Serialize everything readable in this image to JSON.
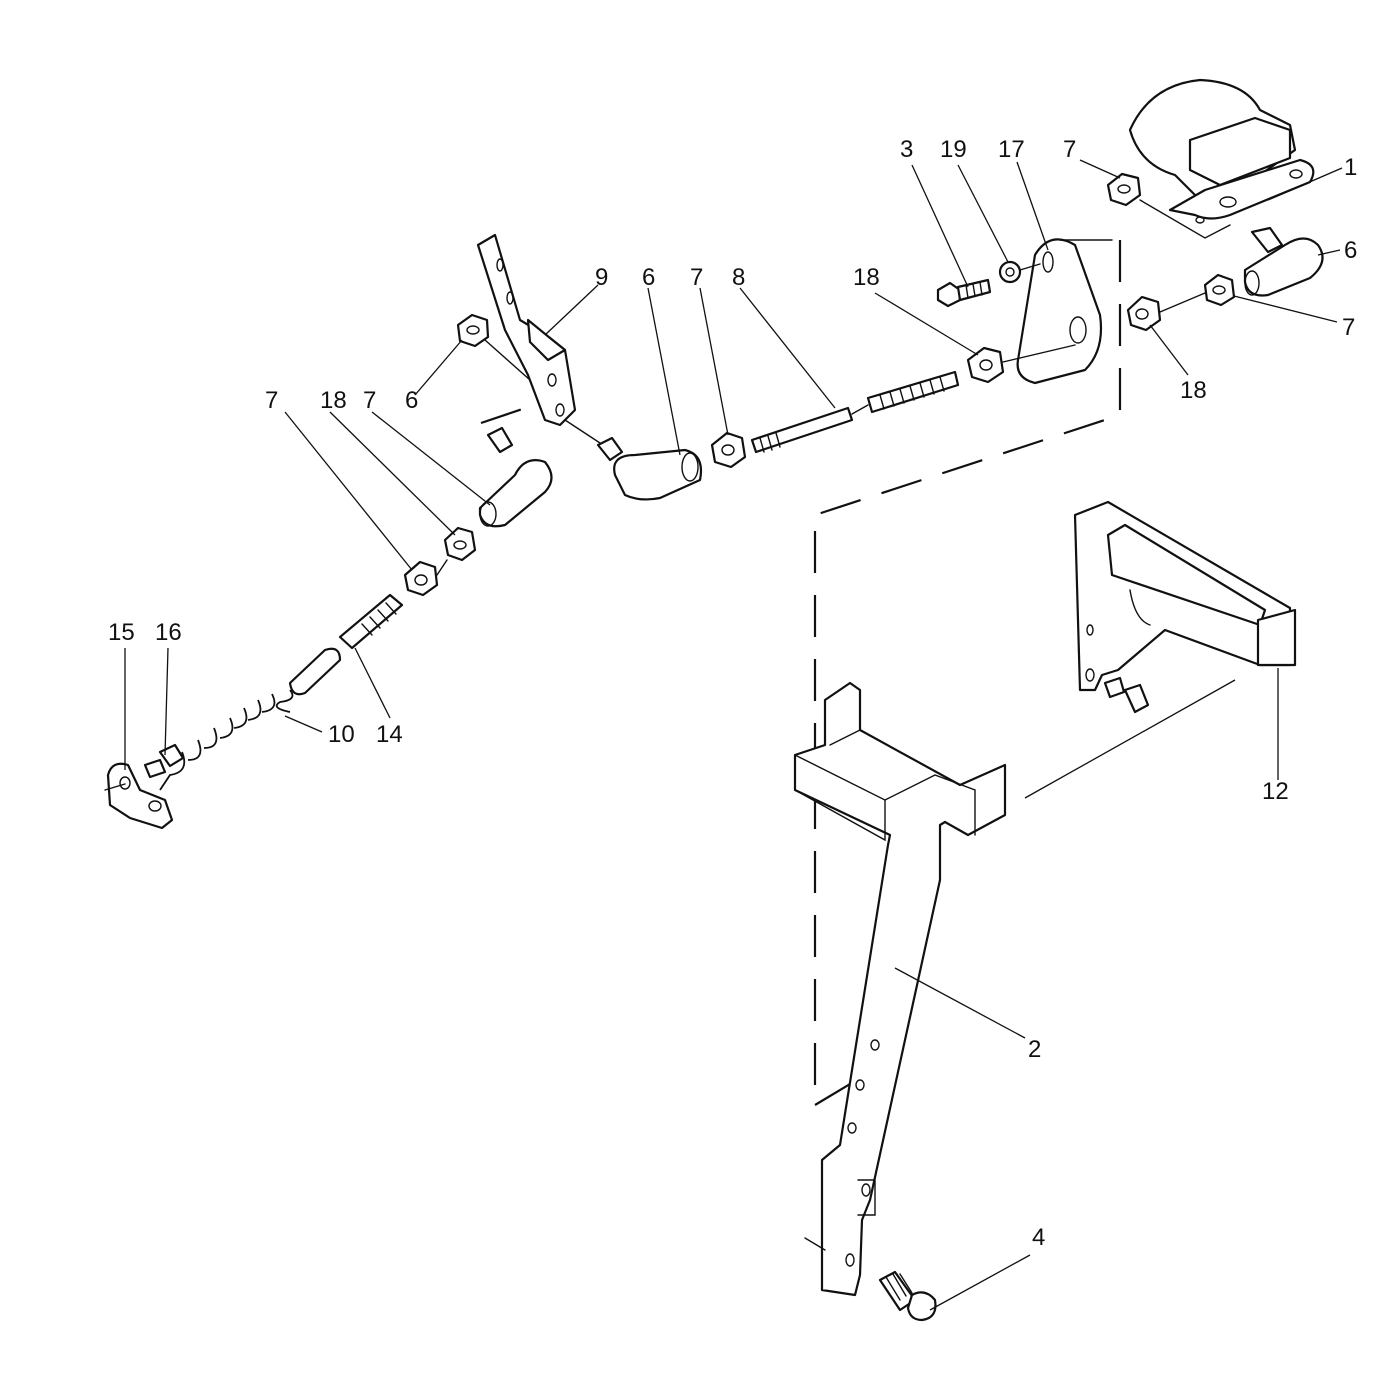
{
  "callouts": [
    {
      "id": "c1",
      "text": "1"
    },
    {
      "id": "c6a",
      "text": "6"
    },
    {
      "id": "c7a",
      "text": "7"
    },
    {
      "id": "c18a",
      "text": "18"
    },
    {
      "id": "c3",
      "text": "3"
    },
    {
      "id": "c19",
      "text": "19"
    },
    {
      "id": "c17",
      "text": "17"
    },
    {
      "id": "c7b",
      "text": "7"
    },
    {
      "id": "c18b",
      "text": "18"
    },
    {
      "id": "c9",
      "text": "9"
    },
    {
      "id": "c6b",
      "text": "6"
    },
    {
      "id": "c7c",
      "text": "7"
    },
    {
      "id": "c8",
      "text": "8"
    },
    {
      "id": "c7d",
      "text": "7"
    },
    {
      "id": "c18c",
      "text": "18"
    },
    {
      "id": "c7e",
      "text": "7"
    },
    {
      "id": "c6c",
      "text": "6"
    },
    {
      "id": "c15",
      "text": "15"
    },
    {
      "id": "c16",
      "text": "16"
    },
    {
      "id": "c10",
      "text": "10"
    },
    {
      "id": "c14",
      "text": "14"
    },
    {
      "id": "c12",
      "text": "12"
    },
    {
      "id": "c2",
      "text": "2"
    },
    {
      "id": "c4",
      "text": "4"
    }
  ]
}
